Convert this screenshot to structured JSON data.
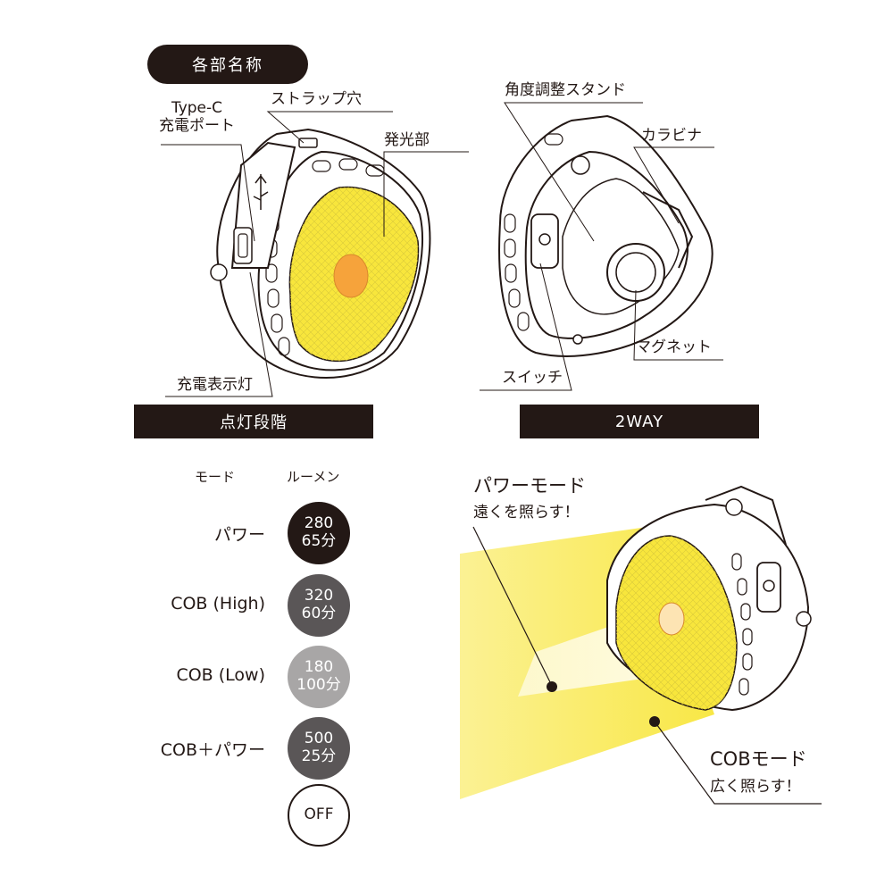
{
  "parts": {
    "title": "各部名称",
    "type_c_line1": "Type-C",
    "type_c_line2": "充電ポート",
    "strap_hole": "ストラップ穴",
    "light_part": "発光部",
    "charge_indicator": "充電表示灯",
    "angle_stand": "角度調整スタンド",
    "carabiner": "カラビナ",
    "magnet": "マグネット",
    "switch": "スイッチ"
  },
  "lighting": {
    "banner": "点灯段階",
    "col_mode": "モード",
    "col_lumen": "ルーメン",
    "modes": [
      {
        "name": "パワー",
        "lumen": "280",
        "time": "65分",
        "color": "#231815"
      },
      {
        "name": "COB (High)",
        "lumen": "320",
        "time": "60分",
        "color": "#5a5657"
      },
      {
        "name": "COB (Low)",
        "lumen": "180",
        "time": "100分",
        "color": "#a8a6a6"
      },
      {
        "name": "COB＋パワー",
        "lumen": "500",
        "time": "25分",
        "color": "#5a5657"
      }
    ],
    "off_label": "OFF"
  },
  "two_way": {
    "banner": "2WAY",
    "power_mode_title": "パワーモード",
    "power_mode_desc": "遠くを照らす！",
    "cob_mode_title": "COBモード",
    "cob_mode_desc": "広く照らす！"
  },
  "colors": {
    "dark": "#231815",
    "yellow": "#f8e63c",
    "orange": "#f6a33b"
  }
}
